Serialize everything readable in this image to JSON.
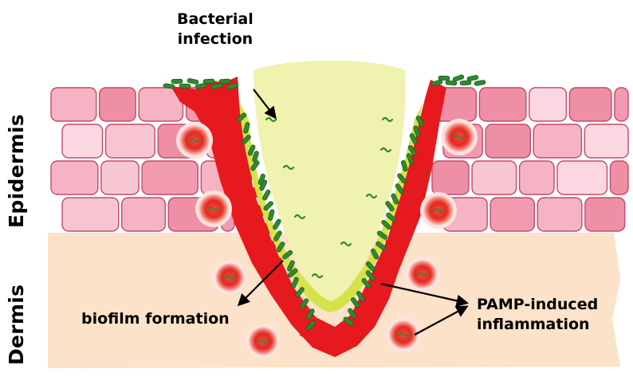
{
  "labels": {
    "epidermis": "Epidermis",
    "dermis": "Dermis",
    "bacterial_infection": "Bacterial\ninfection",
    "biofilm_formation": "biofilm formation",
    "pamp_inflammation": "PAMP-induced\ninflammation"
  },
  "colors": {
    "dermis": "#fbe2c8",
    "epidermis_cell_light": "#f8c6d2",
    "epidermis_cell_dark": "#ee8fa6",
    "epidermis_outline": "#c44a68",
    "wound_fill": "#f0f2b0",
    "wound_rim": "#d5e34a",
    "inflammation": "#e5191e",
    "bacteria": "#2f8a2f",
    "immune_cell": "#e8372c"
  },
  "icons": [
    "bacterium-icon",
    "immune-cell-icon",
    "arrow-icon"
  ]
}
